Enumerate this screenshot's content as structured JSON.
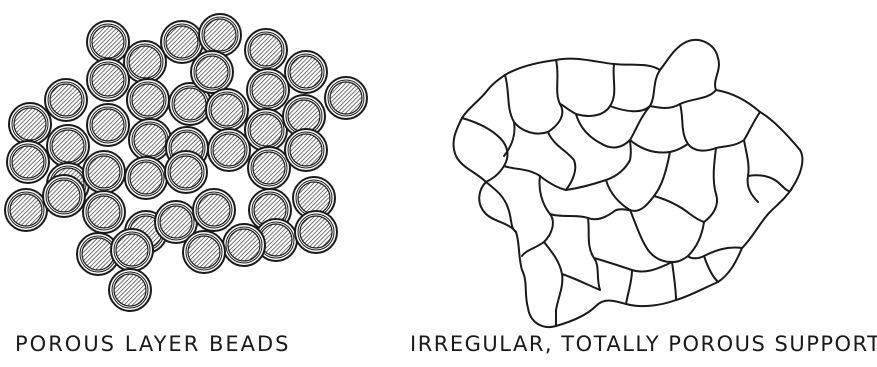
{
  "panels": [
    {
      "id": "porous-layer-beads",
      "caption": "POROUS LAYER BEADS"
    },
    {
      "id": "irregular-porous-support",
      "caption": "IRREGULAR, TOTALLY POROUS SUPPORT"
    }
  ],
  "colors": {
    "ink": "#1a1a1a",
    "bead_shell": "#ffffff",
    "bead_core_hatch": "#3a3a3a"
  }
}
